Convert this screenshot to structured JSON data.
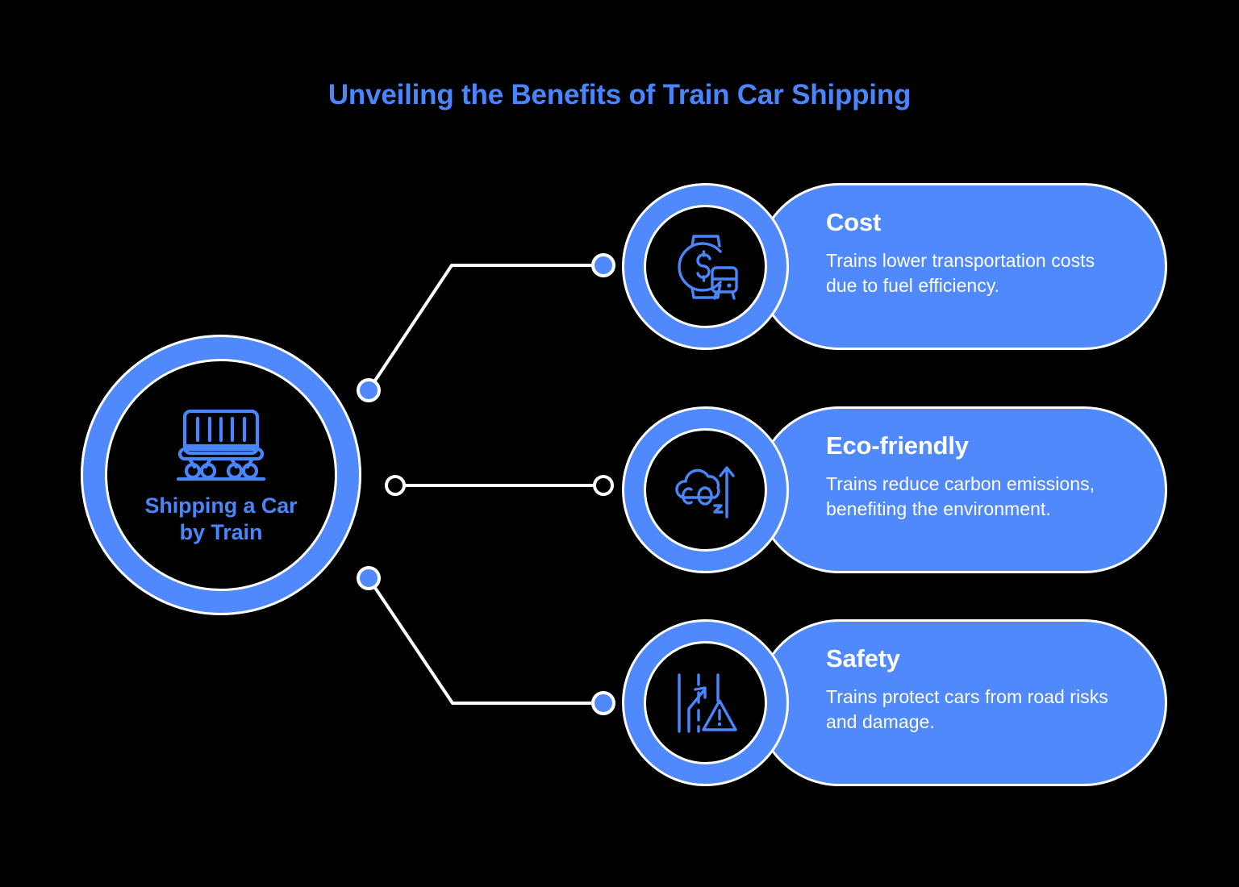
{
  "title": "Unveiling the Benefits of Train Car Shipping",
  "colors": {
    "background": "#000000",
    "accent_blue": "#5089fb",
    "title_blue": "#4a86fb",
    "outline_white": "#ffffff",
    "card_text": "#ffffff"
  },
  "hub": {
    "label": "Shipping a Car\nby Train",
    "label_line1": "Shipping a Car",
    "label_line2": "by Train",
    "icon": "train-freight-car-icon"
  },
  "branches": [
    {
      "icon": "watch-dollar-cost-icon",
      "title": "Cost",
      "body": "Trains lower transportation costs due to fuel efficiency.",
      "connector": {
        "style": "elbow-up",
        "start_dot": "solid",
        "end_dot": "solid"
      }
    },
    {
      "icon": "co2-cloud-arrow-icon",
      "title": "Eco-friendly",
      "body": "Trains reduce carbon emissions, benefiting the environment.",
      "connector": {
        "style": "straight",
        "start_dot": "hollow",
        "end_dot": "hollow"
      }
    },
    {
      "icon": "road-warning-safety-icon",
      "title": "Safety",
      "body": "Trains protect cars from road risks and damage.",
      "connector": {
        "style": "elbow-down",
        "start_dot": "solid",
        "end_dot": "solid"
      }
    }
  ]
}
